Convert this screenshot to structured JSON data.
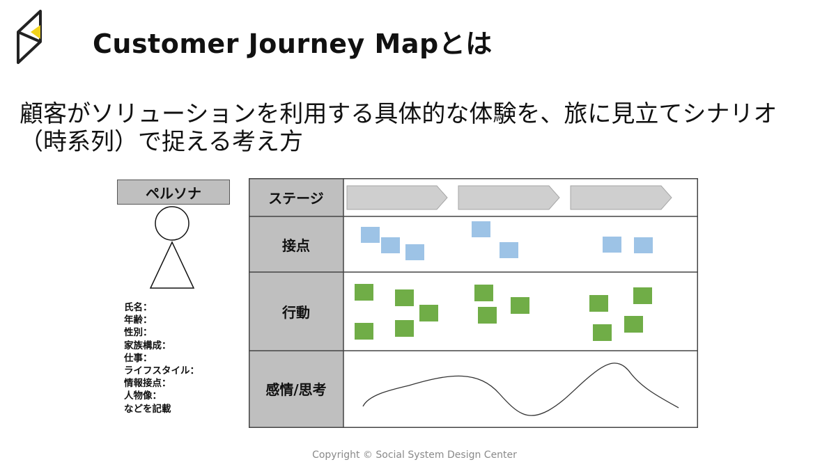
{
  "header": {
    "title": "Customer Journey Mapとは"
  },
  "description": {
    "lines": [
      "顧客がソリューションを利用する具体的な体験を、旅に見立てシナリオ",
      "（時系列）で捉える考え方"
    ]
  },
  "persona": {
    "label": "ペルソナ",
    "attributes": [
      "氏名：",
      "年齢：",
      "性別：",
      "家族構成：",
      "仕事：",
      "ライフスタイル：",
      "情報接点：",
      "人物像：",
      "などを記載"
    ]
  },
  "map": {
    "rows": [
      {
        "key": "stage",
        "label": "ステージ"
      },
      {
        "key": "touchpoint",
        "label": "接点"
      },
      {
        "key": "action",
        "label": "行動"
      },
      {
        "key": "emotion",
        "label": "感情/思考"
      }
    ],
    "stage_count": 3,
    "colors": {
      "header_fill": "#bfbfbf",
      "arrow_fill": "#cfcfcf",
      "touchpoint_fill": "#9dc3e6",
      "action_fill": "#70ad47",
      "line": "#333333"
    }
  },
  "footer": {
    "copyright": "Copyright © Social System Design Center"
  },
  "logo": {
    "icon": "arrow-flag-logo",
    "accent_color": "#f2d21b"
  }
}
